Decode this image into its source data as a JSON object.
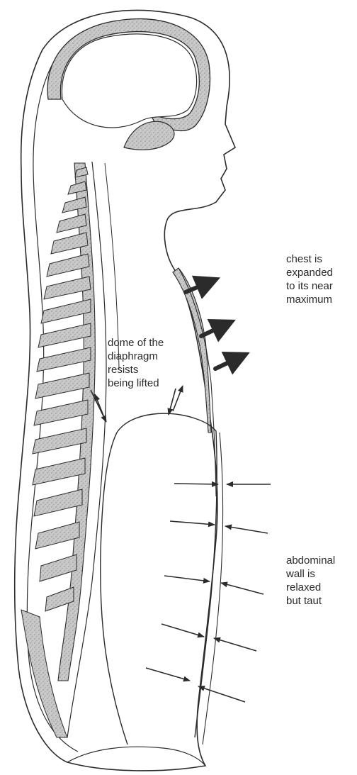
{
  "labels": {
    "chest": [
      "chest is",
      "expanded",
      "to its near",
      "maximum"
    ],
    "dome": [
      "dome of the",
      "diaphragm",
      "resists",
      "being lifted"
    ],
    "abdomen": [
      "abdominal",
      "wall is",
      "relaxed",
      "but taut"
    ]
  },
  "colors": {
    "line": "#2b2b2b",
    "stipple": "#bdbdbd",
    "background": "#ffffff"
  }
}
